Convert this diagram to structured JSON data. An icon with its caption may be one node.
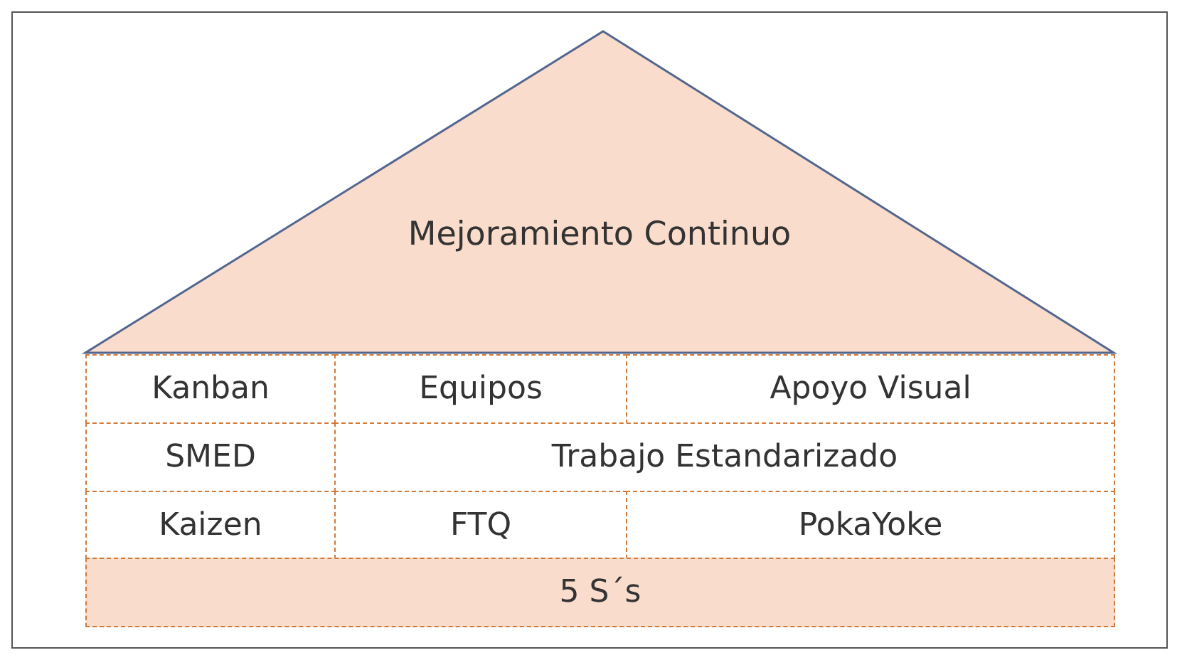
{
  "diagram": {
    "nodes": [
      {
        "text": [
          "Mejoramiento Continuo"
        ]
      },
      {
        "text": [
          "Kanban"
        ]
      },
      {
        "text": [
          "Equipos"
        ]
      },
      {
        "text": [
          "Apoyo Visual"
        ]
      },
      {
        "text": [
          "SMED"
        ]
      },
      {
        "text": [
          "Trabajo Estandarizado"
        ]
      },
      {
        "text": [
          "Kaizen"
        ]
      },
      {
        "text": [
          "FTQ"
        ]
      },
      {
        "text": [
          "PokaYoke"
        ]
      },
      {
        "text": [
          "5 S´s"
        ]
      }
    ]
  }
}
